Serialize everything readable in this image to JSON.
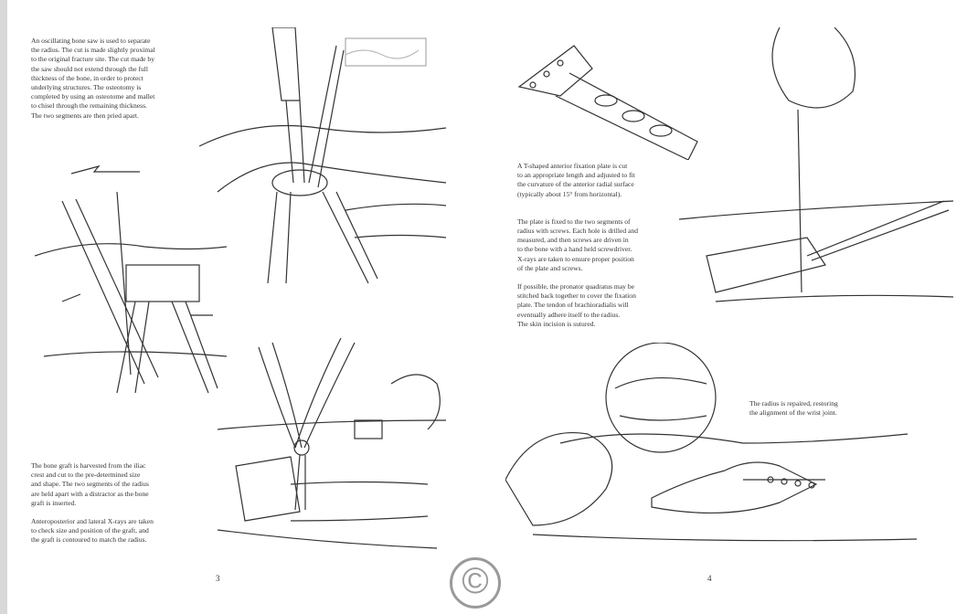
{
  "left_page": {
    "page_number": "3",
    "text_top": [
      "An oscillating bone saw is used to separate",
      "the radius.  The cut is made slightly proximal",
      "to the original fracture site.  The cut made by",
      "the saw should not extend through the full",
      "thickness of the bone, in order to protect",
      "underlying structures.  The osteotomy is",
      "completed by using an osteotome and mallet",
      "to chisel through the remaining  thickness.",
      "The two segments are then pried apart."
    ],
    "text_bottom_1": [
      "The bone graft is harvested from the iliac",
      "crest and cut to the pre-determined size",
      "and shape.  The two segments of the radius",
      "are held apart with a distractor as the bone",
      "graft is inserted."
    ],
    "text_bottom_2": [
      "Anteroposterior and lateral X-rays are taken",
      "to check size and position of the graft, and",
      "the graft is contoured to match the radius."
    ]
  },
  "right_page": {
    "page_number": "4",
    "text_plate": [
      "A T-shaped anterior fixation plate is cut",
      "to an appropriate length and adjusted to fit",
      "the curvature of the anterior radial surface",
      "(typically about 15° from horizontal)."
    ],
    "text_screws": [
      "The plate is fixed to the two segments of",
      "radius with screws.  Each hole is drilled and",
      "measured,  and then screws are driven in",
      "to the bone with a hand held screwdriver.",
      "X-rays are taken to ensure proper position",
      "of the plate and screws."
    ],
    "text_closure": [
      "If possible, the pronator quadratus may be",
      "stitched back together to cover the fixation",
      "plate.  The  tendon of brachioradialis will",
      "eventually adhere itself to the radius.",
      "The skin incision is sutured."
    ],
    "text_result": [
      "The radius is repaired, restoring",
      "the alignment of the wrist joint."
    ]
  },
  "watermark": "©"
}
